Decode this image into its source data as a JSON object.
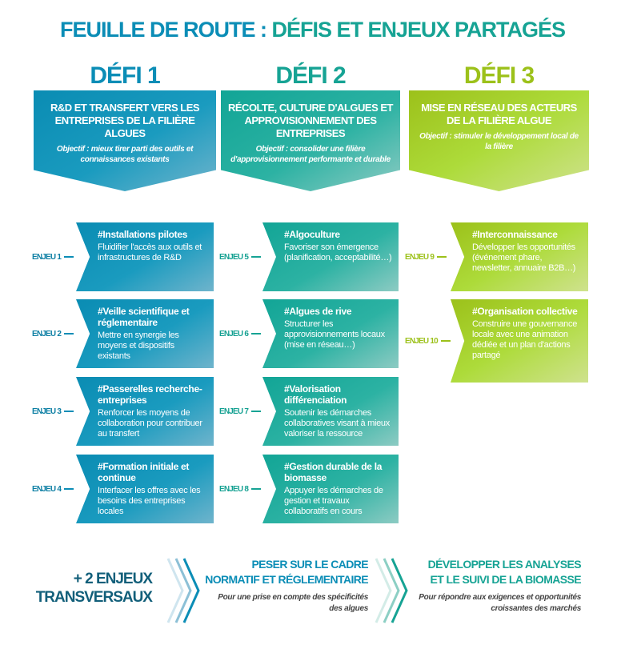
{
  "title": {
    "part1": "FEUILLE DE ROUTE :",
    "part2": "DÉFIS ET ENJEUX PARTAGÉS"
  },
  "colors": {
    "blue": "#0b8db6",
    "teal": "#16a394",
    "green": "#9cc11a"
  },
  "defis": [
    {
      "label": "DÉFI 1",
      "heading": "R&D ET TRANSFERT VERS LES ENTREPRISES DE LA FILIÈRE ALGUES",
      "objective": "Objectif : mieux tirer parti des outils et connaissances existants"
    },
    {
      "label": "DÉFI 2",
      "heading": "RÉCOLTE, CULTURE D'ALGUES ET APPROVISIONNEMENT DES ENTREPRISES",
      "objective": "Objectif : consolider une filière d'approvisionnement performante et durable"
    },
    {
      "label": "DÉFI 3",
      "heading": "MISE EN RÉSEAU DES ACTEURS DE LA FILIÈRE ALGUE",
      "objective": "Objectif : stimuler le développement local de la filière"
    }
  ],
  "enjeux": [
    {
      "label": "ENJEU 1",
      "title": "#Installations pilotes",
      "text": "Fluidifier l'accès aux outils et infrastructures de R&D"
    },
    {
      "label": "ENJEU 2",
      "title": "#Veille scientifique et réglementaire",
      "text": "Mettre en synergie les moyens et dispositifs existants"
    },
    {
      "label": "ENJEU 3",
      "title": "#Passerelles recherche-entreprises",
      "text": "Renforcer les moyens de collaboration pour contribuer au transfert"
    },
    {
      "label": "ENJEU 4",
      "title": "#Formation initiale et continue",
      "text": "Interfacer les offres avec les besoins des entreprises locales"
    },
    {
      "label": "ENJEU 5",
      "title": "#Algoculture",
      "text": "Favoriser son émergence (planification, acceptabilité…)"
    },
    {
      "label": "ENJEU 6",
      "title": "#Algues de rive",
      "text": "Structurer les approvisionnements locaux (mise en réseau…)"
    },
    {
      "label": "ENJEU 7",
      "title": "#Valorisation différenciation",
      "text": "Soutenir les démarches collaboratives visant à mieux valoriser la ressource"
    },
    {
      "label": "ENJEU 8",
      "title": "#Gestion durable de la biomasse",
      "text": "Appuyer les démarches de gestion et travaux collaboratifs en cours"
    },
    {
      "label": "ENJEU 9",
      "title": "#Interconnaissance",
      "text": "Développer les opportunités (événement phare, newsletter, annuaire B2B…)"
    },
    {
      "label": "ENJEU 10",
      "title": "#Organisation collective",
      "text": "Construire une gouvernance locale avec une animation dédiée et un plan d'actions partagé"
    }
  ],
  "transversal": {
    "label": "+ 2 ENJEUX TRANSVERSAUX",
    "items": [
      {
        "title": "PESER SUR LE CADRE NORMATIF ET RÉGLEMENTAIRE",
        "subtitle": "Pour une prise en compte des spécificités des algues"
      },
      {
        "title": "DÉVELOPPER LES ANALYSES ET LE SUIVI DE LA BIOMASSE",
        "subtitle": "Pour répondre aux exigences et opportunités croissantes des marchés"
      }
    ]
  }
}
